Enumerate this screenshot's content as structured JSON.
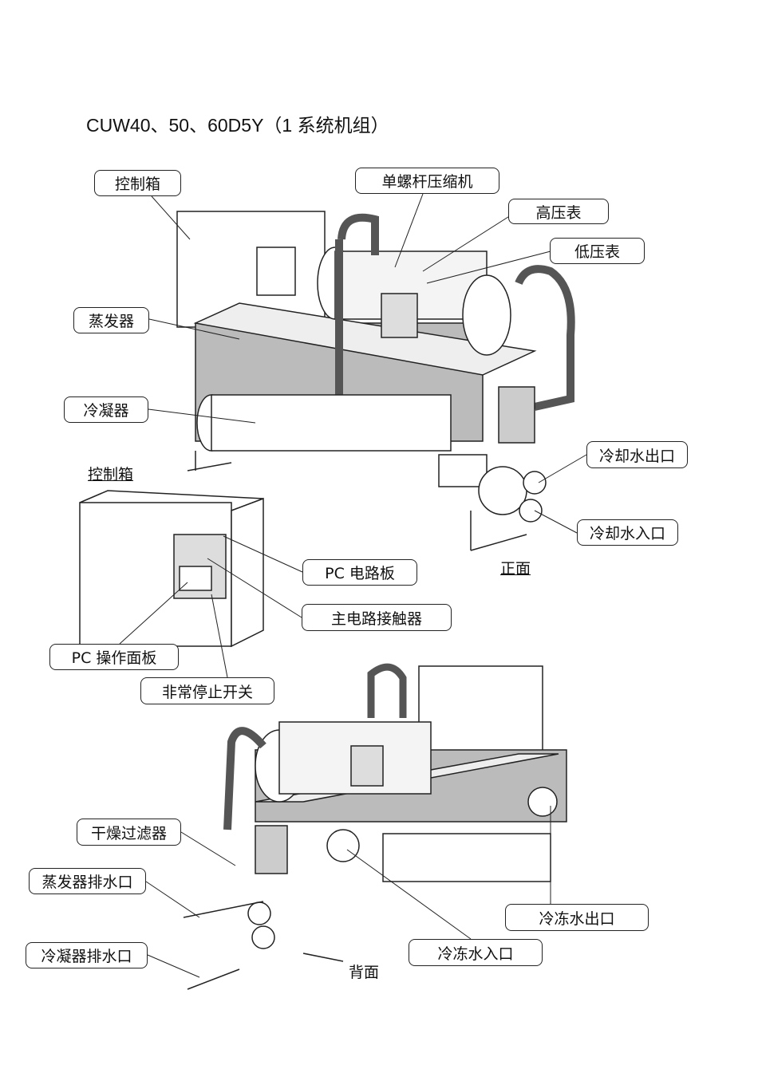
{
  "title": "CUW40、50、60D5Y（1 系统机组）",
  "front": {
    "caption": "正面",
    "labels": {
      "control_box": "控制箱",
      "compressor": "单螺杆压缩机",
      "high_gauge": "高压表",
      "low_gauge": "低压表",
      "evaporator": "蒸发器",
      "condenser": "冷凝器",
      "cooling_out": "冷却水出口",
      "cooling_in": "冷却水入口"
    }
  },
  "control_box_detail": {
    "caption": "控制箱",
    "labels": {
      "pc_board": "PC 电路板",
      "main_contactor": "主电路接触器",
      "pc_panel": "PC 操作面板",
      "emergency_stop": "非常停止开关"
    }
  },
  "back": {
    "caption": "背面",
    "labels": {
      "dryer_filter": "干燥过滤器",
      "evap_drain": "蒸发器排水口",
      "cond_drain": "冷凝器排水口",
      "chilled_out": "冷冻水出口",
      "chilled_in": "冷冻水入口"
    }
  }
}
